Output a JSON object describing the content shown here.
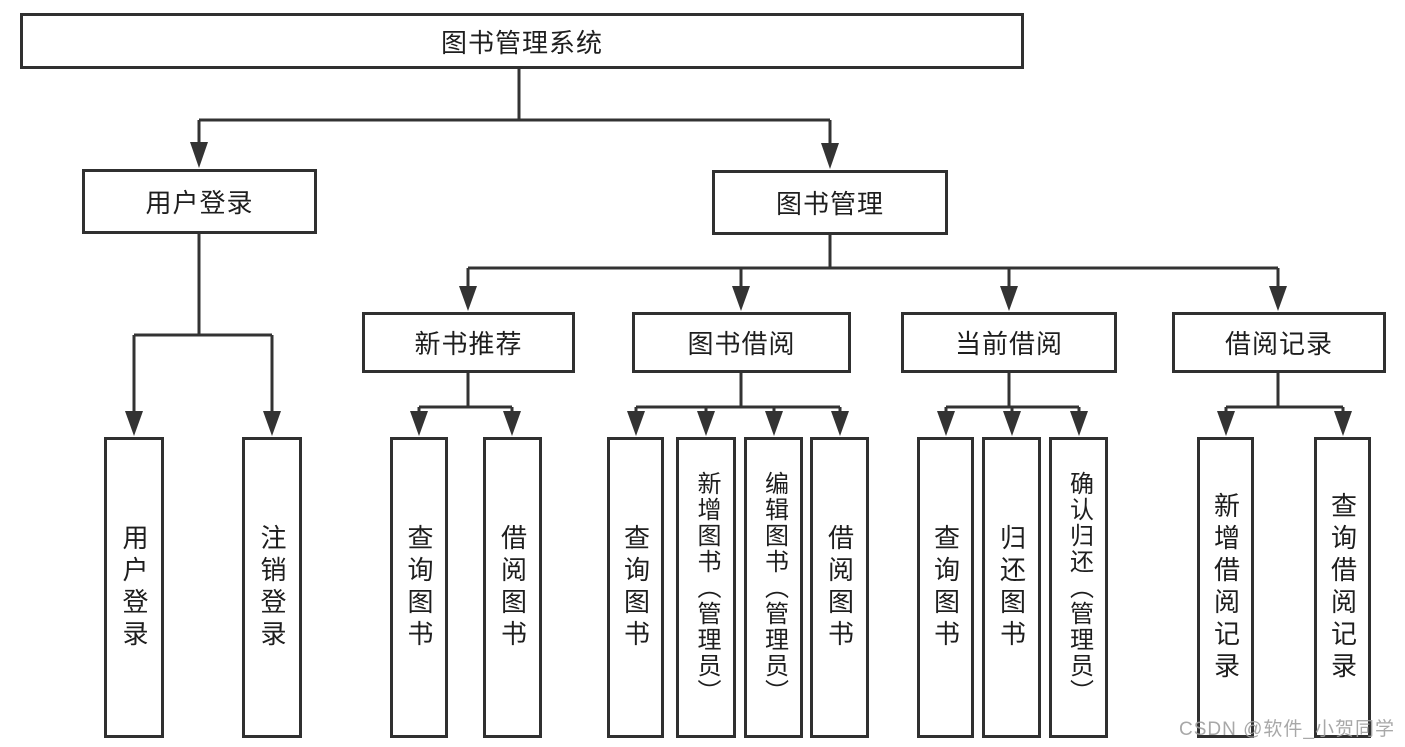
{
  "tree": {
    "root": {
      "label": "图书管理系统"
    },
    "branches": [
      {
        "label": "用户登录",
        "leaves": [
          "用户登录",
          "注销登录"
        ]
      },
      {
        "label": "图书管理",
        "sections": [
          {
            "label": "新书推荐",
            "leaves": [
              "查询图书",
              "借阅图书"
            ]
          },
          {
            "label": "图书借阅",
            "leaves": [
              "查询图书",
              "新增图书（管理员）",
              "编辑图书（管理员）",
              "借阅图书"
            ]
          },
          {
            "label": "当前借阅",
            "leaves": [
              "查询图书",
              "归还图书",
              "确认归还（管理员）"
            ]
          },
          {
            "label": "借阅记录",
            "leaves": [
              "新增借阅记录",
              "查询借阅记录"
            ]
          }
        ]
      }
    ]
  },
  "watermark": {
    "text": "CSDN @软件_小贺同学"
  },
  "colors": {
    "line": "#333333",
    "border": "#303030",
    "text": "#1e1e1e",
    "background": "#ffffff",
    "watermark": "#9e9e9e"
  }
}
